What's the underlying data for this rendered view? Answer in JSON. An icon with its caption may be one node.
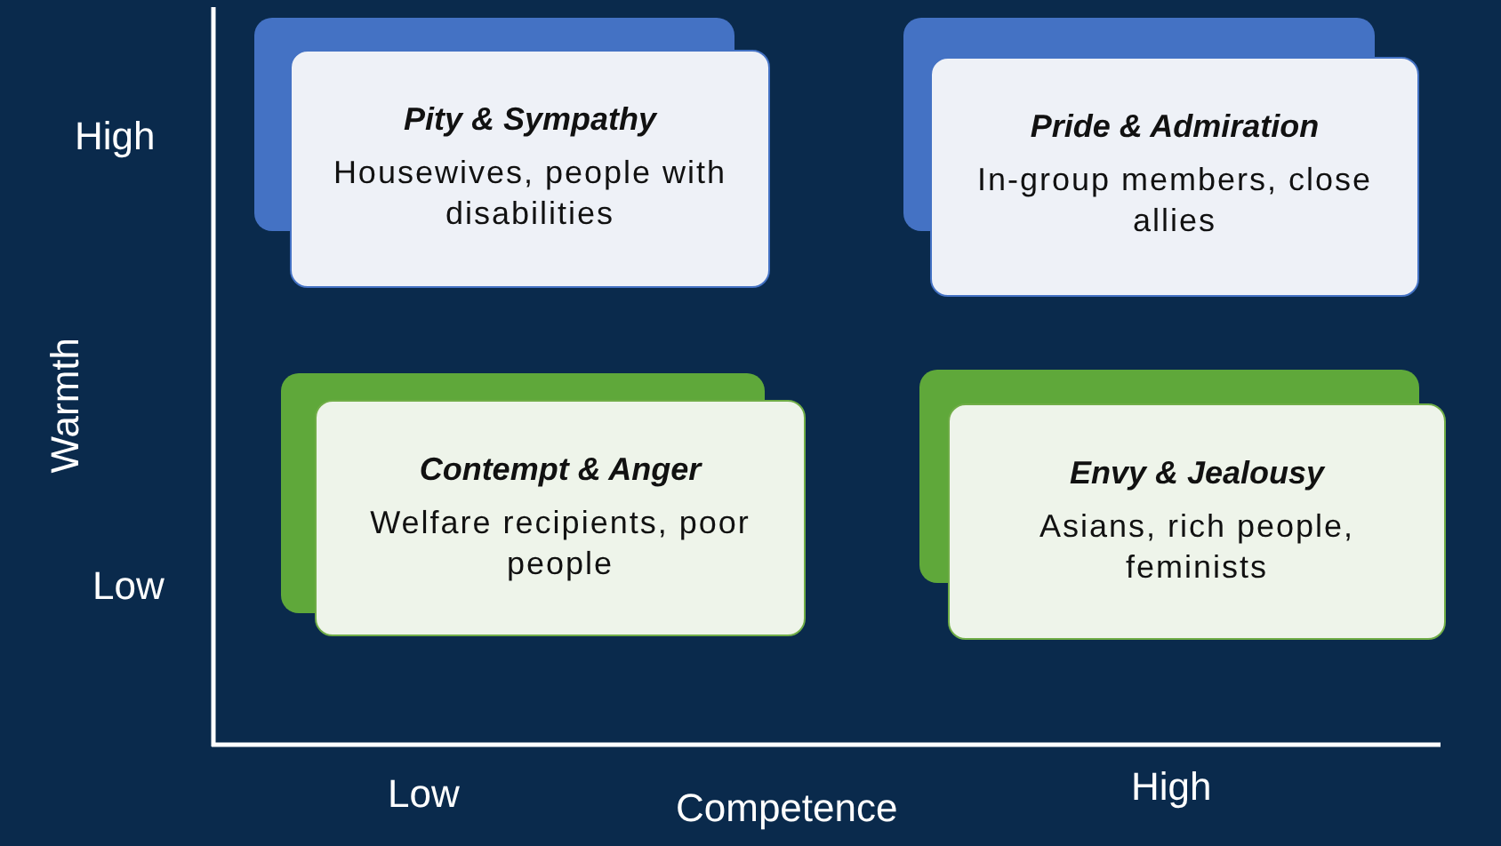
{
  "diagram": {
    "nodes": [
      {
        "text": [
          "Pity & Sympathy",
          "Housewives, people with disabilities"
        ]
      },
      {
        "text": [
          "Pride & Admiration",
          "In-group members, close allies"
        ]
      },
      {
        "text": [
          "Contempt & Anger",
          "Welfare recipients, poor people"
        ]
      },
      {
        "text": [
          "Envy & Jealousy",
          "Asians, rich people, feminists"
        ]
      }
    ],
    "edges": [],
    "labels": [
      "High",
      "Warmth",
      "Low",
      "Low",
      "Competence",
      "High"
    ]
  }
}
